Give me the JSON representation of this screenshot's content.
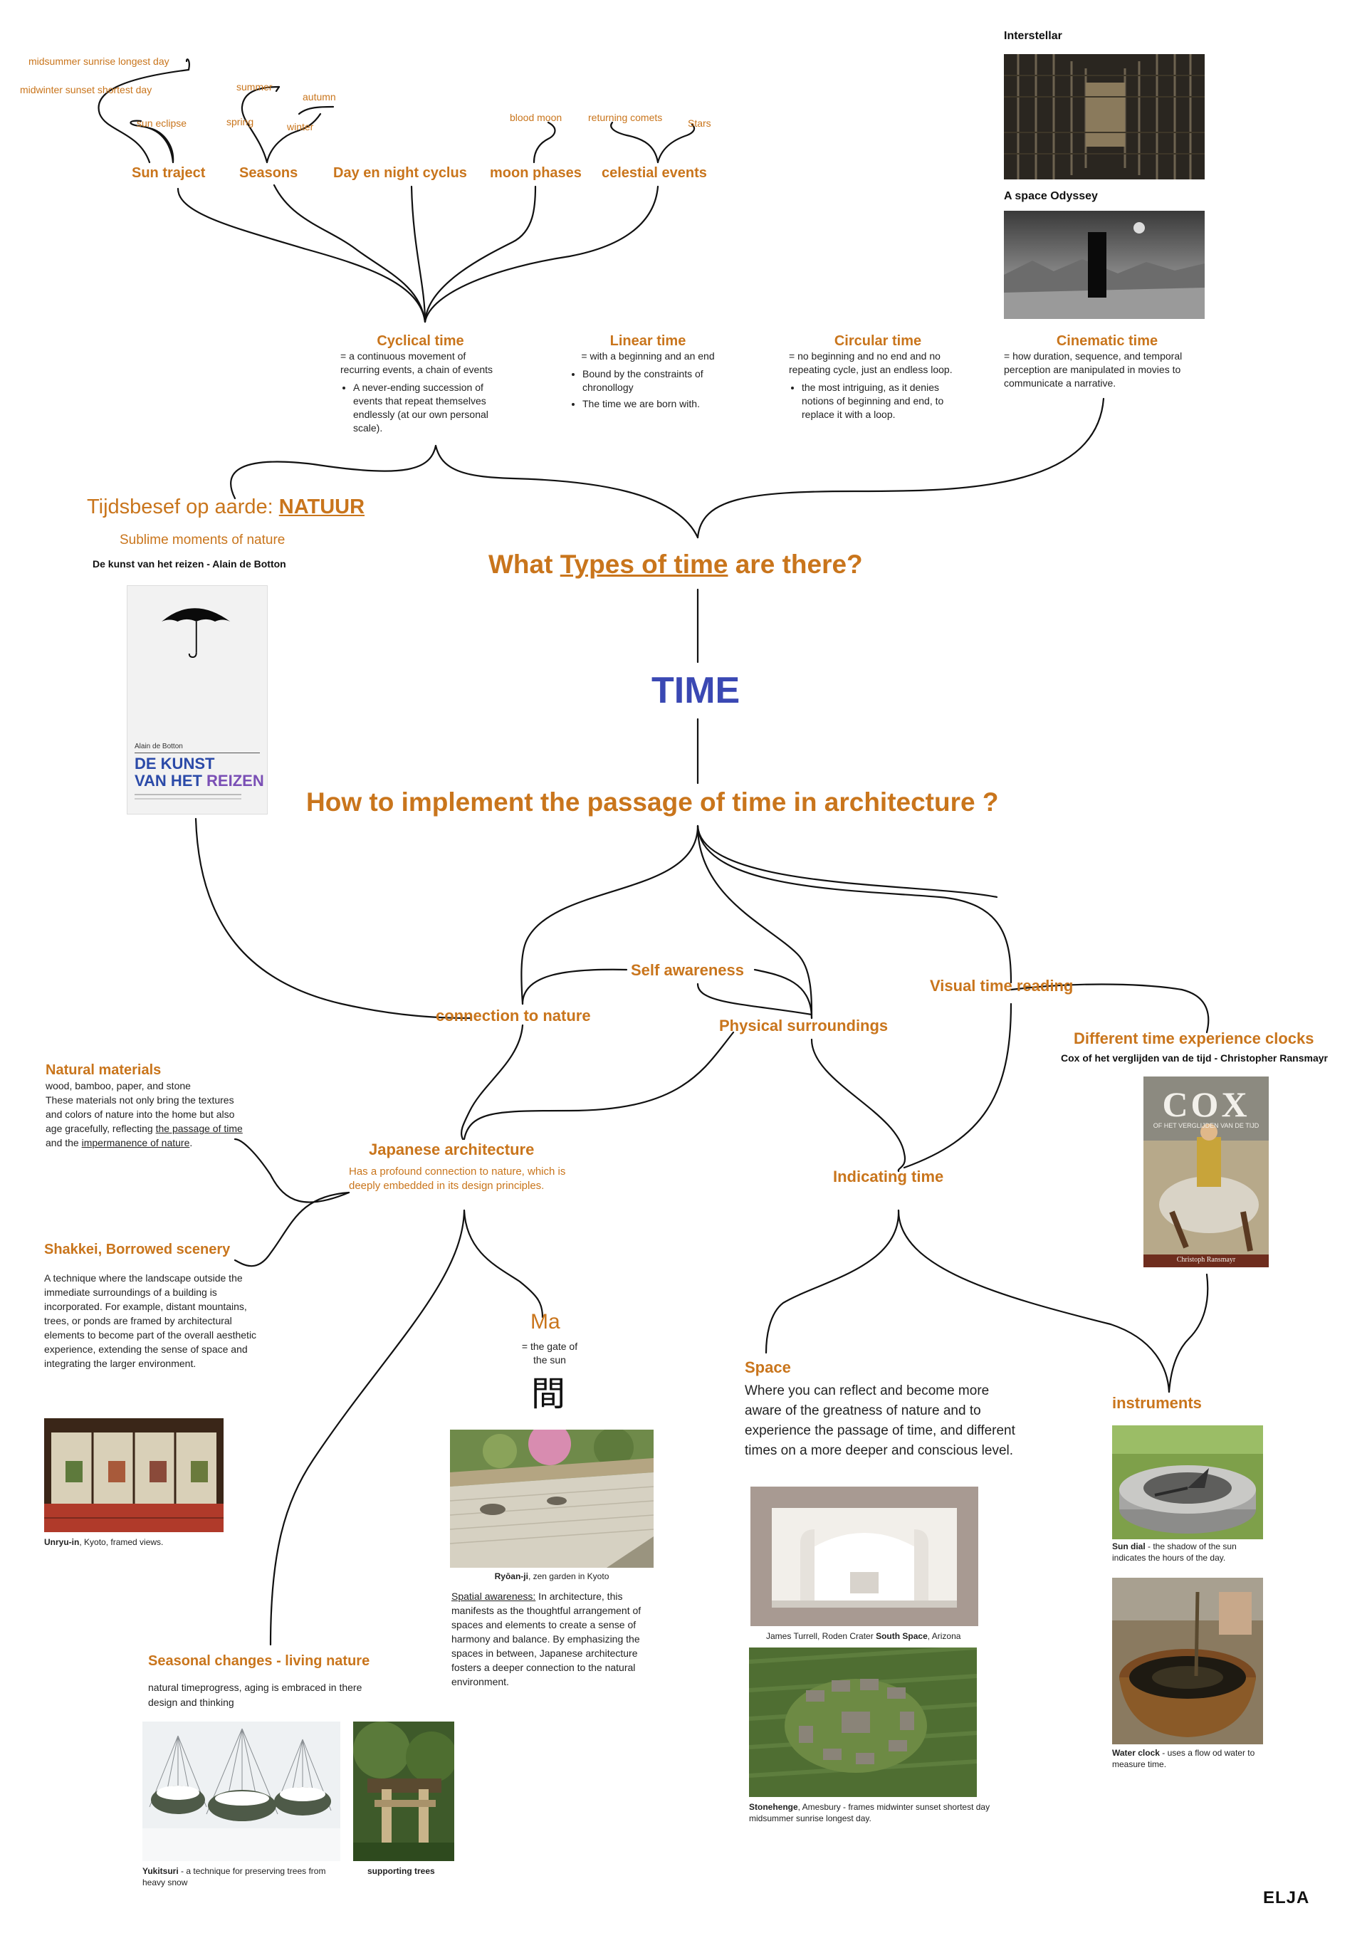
{
  "top": {
    "sun_traject": "Sun traject",
    "seasons": "Seasons",
    "day_night": "Day en night cyclus",
    "moon_phases": "moon phases",
    "celestial": "celestial events",
    "midsummer": "midsummer sunrise longest day",
    "midwinter": "midwinter sunset shortest day",
    "sun_eclipse": "sun eclipse",
    "summer": "summer",
    "autumn": "autumn",
    "spring": "spring",
    "winter": "winter",
    "blood_moon": "blood moon",
    "comets": "returning comets",
    "stars": "Stars"
  },
  "films": {
    "interstellar": "Interstellar",
    "odyssey": "A space Odyssey"
  },
  "types": {
    "cyclical": {
      "title": "Cyclical time",
      "def": "= a continuous movement of recurring events, a chain of events",
      "bullets": [
        "A never-ending succession of events that repeat themselves endlessly (at our own personal scale)."
      ]
    },
    "linear": {
      "title": "Linear time",
      "def": "= with a beginning and an end",
      "bullets": [
        "Bound by the constraints of chronollogy",
        "The time we are born with."
      ]
    },
    "circular": {
      "title": "Circular time",
      "def": "= no beginning and no end and no repeating cycle, just an endless loop.",
      "bullets": [
        "the most intriguing, as it denies notions of beginning and end, to replace it with a loop."
      ]
    },
    "cinematic": {
      "title": "Cinematic time",
      "def": "= how duration, sequence, and temporal perception are manipulated in movies to communicate a narrative."
    }
  },
  "nature": {
    "title_pre": "Tijdsbesef op aarde: ",
    "title_u": "NATUUR",
    "subtitle": "Sublime moments of nature",
    "book": "De kunst van het reizen - Alain de Botton",
    "cover_author": "Alain de Botton",
    "cover_l1": "DE KUNST",
    "cover_l2a": "VAN HET ",
    "cover_l2b": "REIZEN"
  },
  "center": {
    "q1_pre": "What ",
    "q1_u": "Types of time",
    "q1_post": " are there?",
    "time": "TIME",
    "q2": "How to implement the passage of time in architecture ?"
  },
  "branches": {
    "self_awareness": "Self awareness",
    "connection": "connection to nature",
    "physical": "Physical surroundings",
    "visual": "Visual time reading",
    "clocks": "Different time experience clocks",
    "cox_ref": "Cox of het verglijden van de tijd - Christopher Ransmayr",
    "cox_title": "COX",
    "cox_sub": "OF HET VERGLIJDEN VAN DE TIJD",
    "cox_author": "Christoph Ransmayr"
  },
  "japanese": {
    "title": "Japanese architecture",
    "desc": "Has a profound connection to nature, which is deeply embedded in its design principles.",
    "materials_title": "Natural materials",
    "materials_l1": "wood, bamboo, paper, and stone",
    "materials_l2": "These materials not only bring the textures and colors of nature into the home but also age gracefully, reflecting ",
    "materials_u1": "the passage of time",
    "materials_and": " and the ",
    "materials_u2": "impermanence of nature",
    "materials_end": ".",
    "shakkei_title": "Shakkei, Borrowed scenery",
    "shakkei_text": " A technique where the landscape outside the immediate surroundings of a building is incorporated. For example, distant mountains, trees, or ponds are framed by architectural elements to become part of the overall aesthetic experience, extending the sense of space and integrating the larger environment.",
    "unryu_b": "Unryu-in",
    "unryu_rest": ", Kyoto, framed views.",
    "ma_title": "Ma",
    "ma_def": "= the gate of the sun",
    "ma_char": "間",
    "ryoanji_b": "Ryōan-ji",
    "ryoanji_rest": ", zen garden in Kyoto",
    "spatial_u": "Spatial awareness:",
    "spatial_text": " In architecture, this manifests as the thoughtful arrangement of spaces and elements to create a sense of harmony and balance. By emphasizing the spaces in between, Japanese architecture fosters a deeper connection to the natural environment.",
    "seasonal_title": "Seasonal changes - living nature",
    "seasonal_text": "natural timeprogress, aging is embraced in there design and thinking",
    "yukitsuri_b": "Yukitsuri",
    "yukitsuri_rest": " - a technique for preserving trees from heavy snow",
    "supporting": "supporting trees"
  },
  "indicating": {
    "title": "Indicating time",
    "space_title": "Space",
    "space_text": "Where you can reflect and become more aware of the greatness of nature and to experience the passage of time, and different times on a more deeper and conscious level.",
    "turrell_pre": "James Turrell, Roden Crater ",
    "turrell_b": "South Space",
    "turrell_post": ", Arizona",
    "stonehenge_b": "Stonehenge",
    "stonehenge_rest": ", Amesbury - frames midwinter sunset shortest day midsummer sunrise longest day.",
    "instruments": "instruments",
    "sundial_b": "Sun dial",
    "sundial_rest": " - the shadow of the sun indicates the hours of the day.",
    "water_b": "Water clock",
    "water_rest": " - uses a flow od water to measure time."
  },
  "signature": "ELJA",
  "colors": {
    "accent": "#c9751c",
    "title": "#3a48b3",
    "line": "#111111"
  }
}
